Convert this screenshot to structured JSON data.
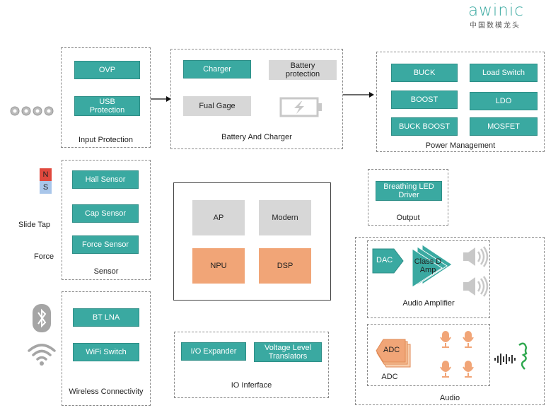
{
  "brand": {
    "logo_text": "awinic",
    "subtitle": "中国数模龙头",
    "color": "#3aa9a1"
  },
  "groups": {
    "input_protection": {
      "label": "Input Protection",
      "items": [
        "OVP",
        "USB Protection"
      ]
    },
    "battery_charger": {
      "label": "Battery And Charger",
      "items": [
        "Charger",
        "Battery protection",
        "Fual Gage"
      ]
    },
    "power_management": {
      "label": "Power Management",
      "items": [
        "BUCK",
        "Load Switch",
        "BOOST",
        "LDO",
        "BUCK BOOST",
        "MOSFET"
      ]
    },
    "sensor": {
      "label": "Sensor",
      "items": [
        "Hall Sensor",
        "Cap Sensor",
        "Force Sensor"
      ]
    },
    "processor": {
      "items": [
        "AP",
        "Modern",
        "NPU",
        "DSP"
      ]
    },
    "output": {
      "label": "Output",
      "items": [
        "Breathing LED Driver"
      ]
    },
    "audio_amplifier": {
      "label": "Audio Amplifier",
      "items": [
        "DAC",
        "Class D Amp"
      ]
    },
    "adc": {
      "label": "ADC",
      "items": [
        "ADC"
      ]
    },
    "audio": {
      "label": "Audio"
    },
    "wireless": {
      "label": "Wireless Connectivity",
      "items": [
        "BT LNA",
        "WiFi Switch"
      ]
    },
    "io_interface": {
      "label": "IO Inferface",
      "items": [
        "I/O Expander",
        "Voltage Level Translators"
      ]
    }
  },
  "side_labels": {
    "north": "N",
    "south": "S",
    "slide_tap": "Slide Tap",
    "force": "Force"
  },
  "colors": {
    "teal": "#3aa9a1",
    "gray": "#d7d7d7",
    "orange": "#f1a577",
    "border": "#8a8a8a"
  },
  "icons": [
    "usb-port-icon",
    "magnet-icon",
    "bluetooth-icon",
    "wifi-icon",
    "battery-icon",
    "speaker-icon",
    "microphone-icon",
    "voice-wave-icon"
  ]
}
